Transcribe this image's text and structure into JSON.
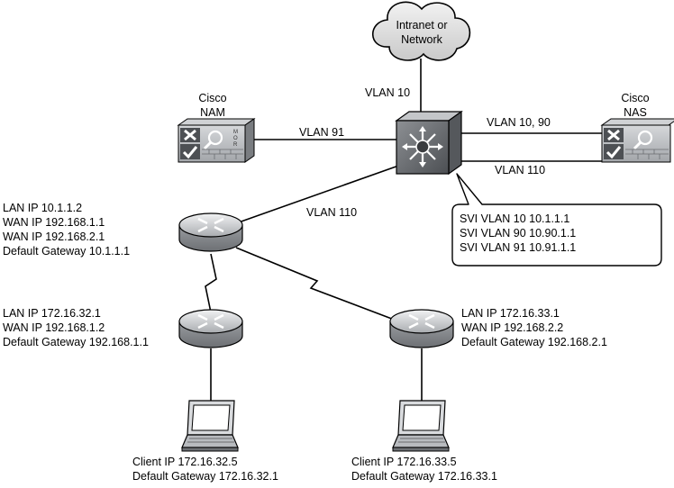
{
  "cloud": {
    "line1": "Intranet or",
    "line2": "Network"
  },
  "nam": {
    "line1": "Cisco",
    "line2": "NAM"
  },
  "nas": {
    "line1": "Cisco",
    "line2": "NAS"
  },
  "links": {
    "vlan10": "VLAN 10",
    "vlan91": "VLAN 91",
    "vlan10_90": "VLAN 10, 90",
    "vlan110_nas": "VLAN 110",
    "vlan110_router": "VLAN 110"
  },
  "svi": {
    "line1": "SVI VLAN 10 10.1.1.1",
    "line2": "SVI VLAN 90 10.90.1.1",
    "line3": "SVI VLAN 91 10.91.1.1"
  },
  "router_top": {
    "line1": "LAN IP 10.1.1.2",
    "line2": "WAN IP 192.168.1.1",
    "line3": "WAN IP 192.168.2.1",
    "line4": "Default Gateway 10.1.1.1"
  },
  "router_left": {
    "line1": "LAN IP 172.16.32.1",
    "line2": "WAN IP 192.168.1.2",
    "line3": "Default Gateway 192.168.1.1"
  },
  "router_right": {
    "line1": "LAN IP 172.16.33.1",
    "line2": "WAN IP 192.168.2.2",
    "line3": "Default Gateway 192.168.2.1"
  },
  "client_left": {
    "line1": "Client IP 172.16.32.5",
    "line2": "Default Gateway 172.16.32.1"
  },
  "client_right": {
    "line1": "Client IP 172.16.33.5",
    "line2": "Default Gateway 172.16.33.1"
  },
  "colors": {
    "device_gray": "#b5b8bc",
    "device_dark": "#4a4d50",
    "line": "#000000"
  }
}
